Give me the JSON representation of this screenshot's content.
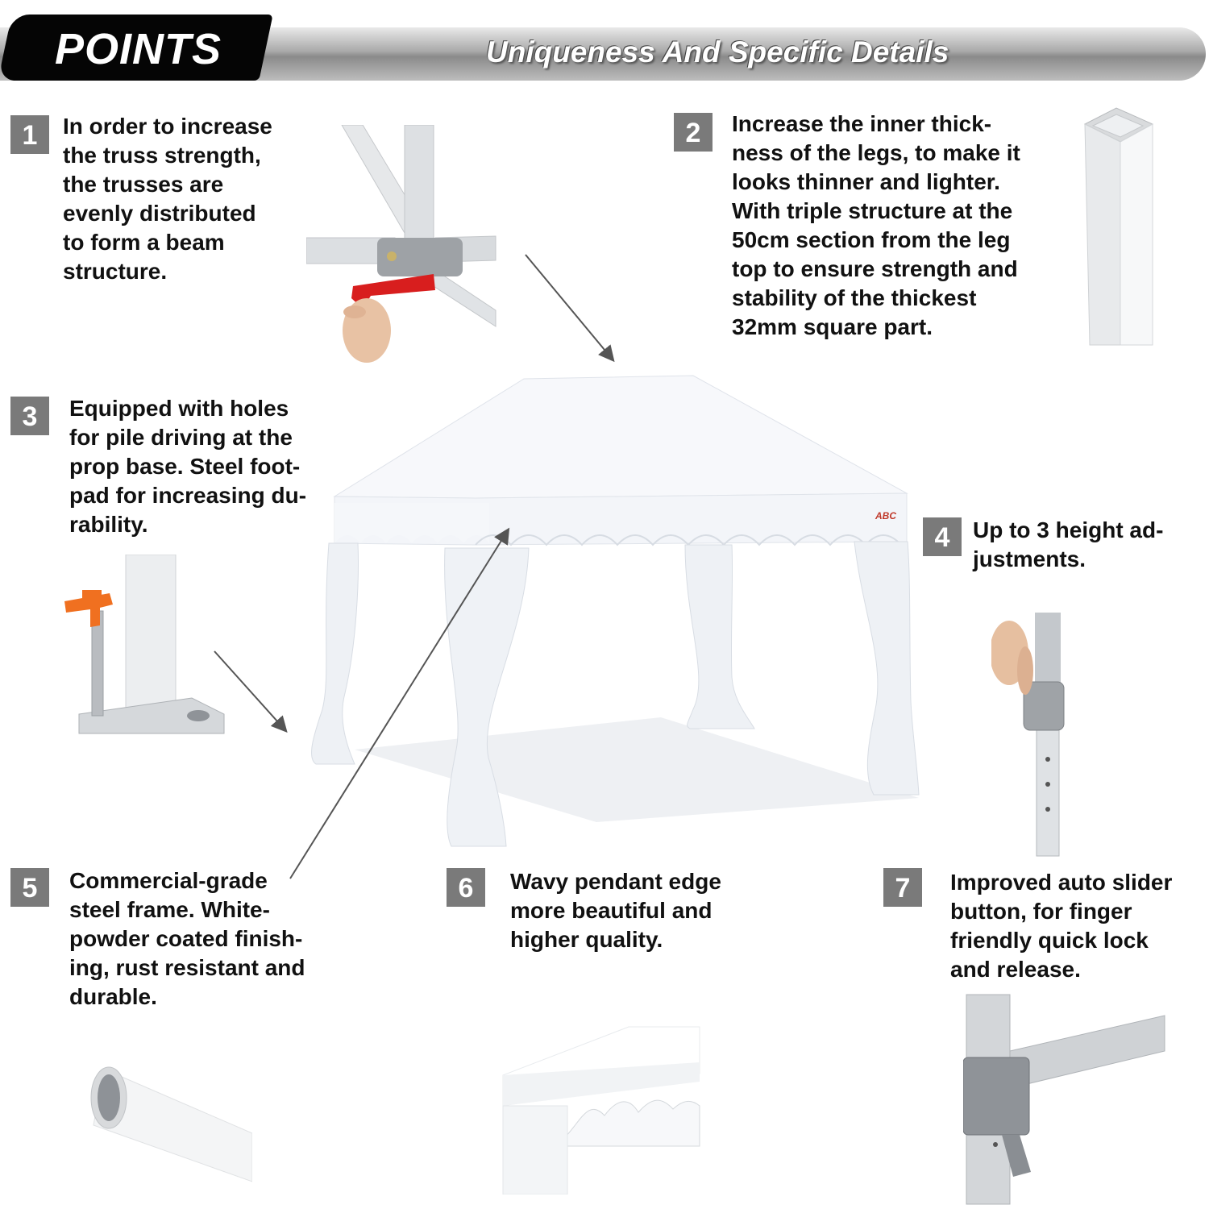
{
  "header": {
    "badge_label": "POINTS",
    "subtitle": "Uniqueness And Specific Details"
  },
  "brand_logo_text": "ABC",
  "features": [
    {
      "number": "1",
      "text": "In order to increase\nthe truss strength,\nthe trusses are\nevenly distributed\nto form a beam\nstructure."
    },
    {
      "number": "2",
      "text": "Increase the inner thick-\nness of the legs, to make it\nlooks thinner and lighter.\nWith triple structure at the\n50cm section from the leg\ntop to ensure strength and\nstability of the thickest\n32mm square part."
    },
    {
      "number": "3",
      "text": "Equipped with holes\nfor pile driving at the\nprop base. Steel foot-\npad for increasing du-\nrability."
    },
    {
      "number": "4",
      "text": "Up to 3 height ad-\njustments."
    },
    {
      "number": "5",
      "text": "Commercial-grade\nsteel frame. White-\npowder coated finish-\ning, rust resistant and\ndurable."
    },
    {
      "number": "6",
      "text": "Wavy pendant edge\nmore beautiful and\nhigher quality."
    },
    {
      "number": "7",
      "text": "Improved auto slider\nbutton, for finger\nfriendly quick lock\nand release."
    }
  ],
  "colors": {
    "badge_bg": "#7a7a7a",
    "header_black": "#050505",
    "accent_red": "#d81e1e",
    "accent_orange": "#f07020"
  }
}
